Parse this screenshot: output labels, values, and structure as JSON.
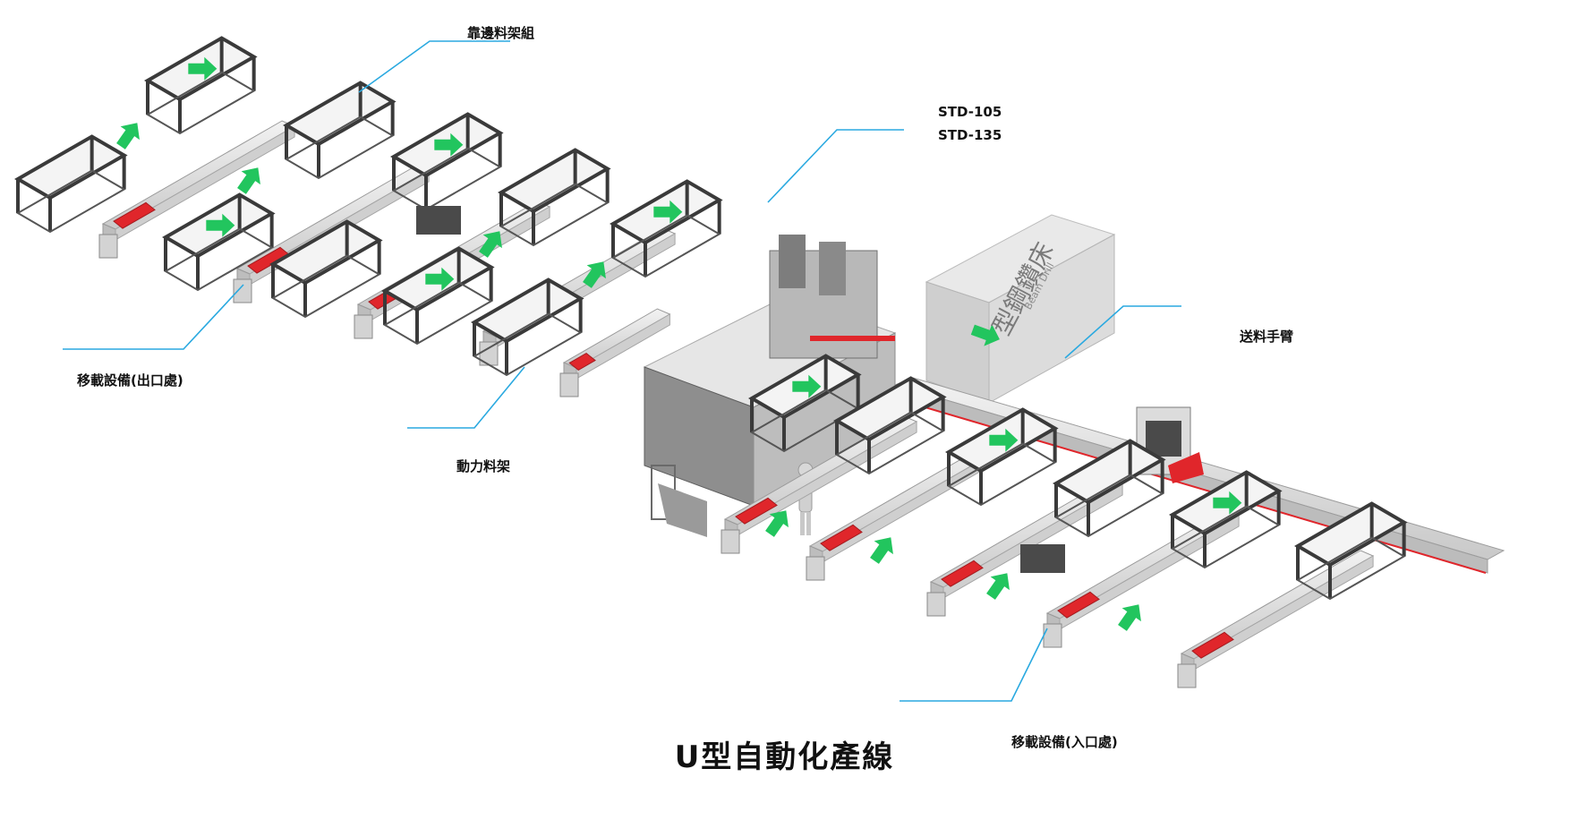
{
  "title": "U型自動化產線",
  "models": [
    "STD-105",
    "STD-135"
  ],
  "machine_box": {
    "label": "型鋼鑽床",
    "sublabel": "Beam Drill"
  },
  "labels": {
    "side_rack_group": "靠邊料架組",
    "transfer_exit": "移載設備(出口處)",
    "powered_rack": "動力料架",
    "feed_arm": "送料手臂",
    "transfer_entry": "移載設備(入口處)"
  },
  "colors": {
    "callout_line": "#2aa9e0",
    "arrow": "#22c55e",
    "accent_red": "#e0262b",
    "frame_dark": "#3a3a3a",
    "rail_light": "#dcdcdc"
  }
}
